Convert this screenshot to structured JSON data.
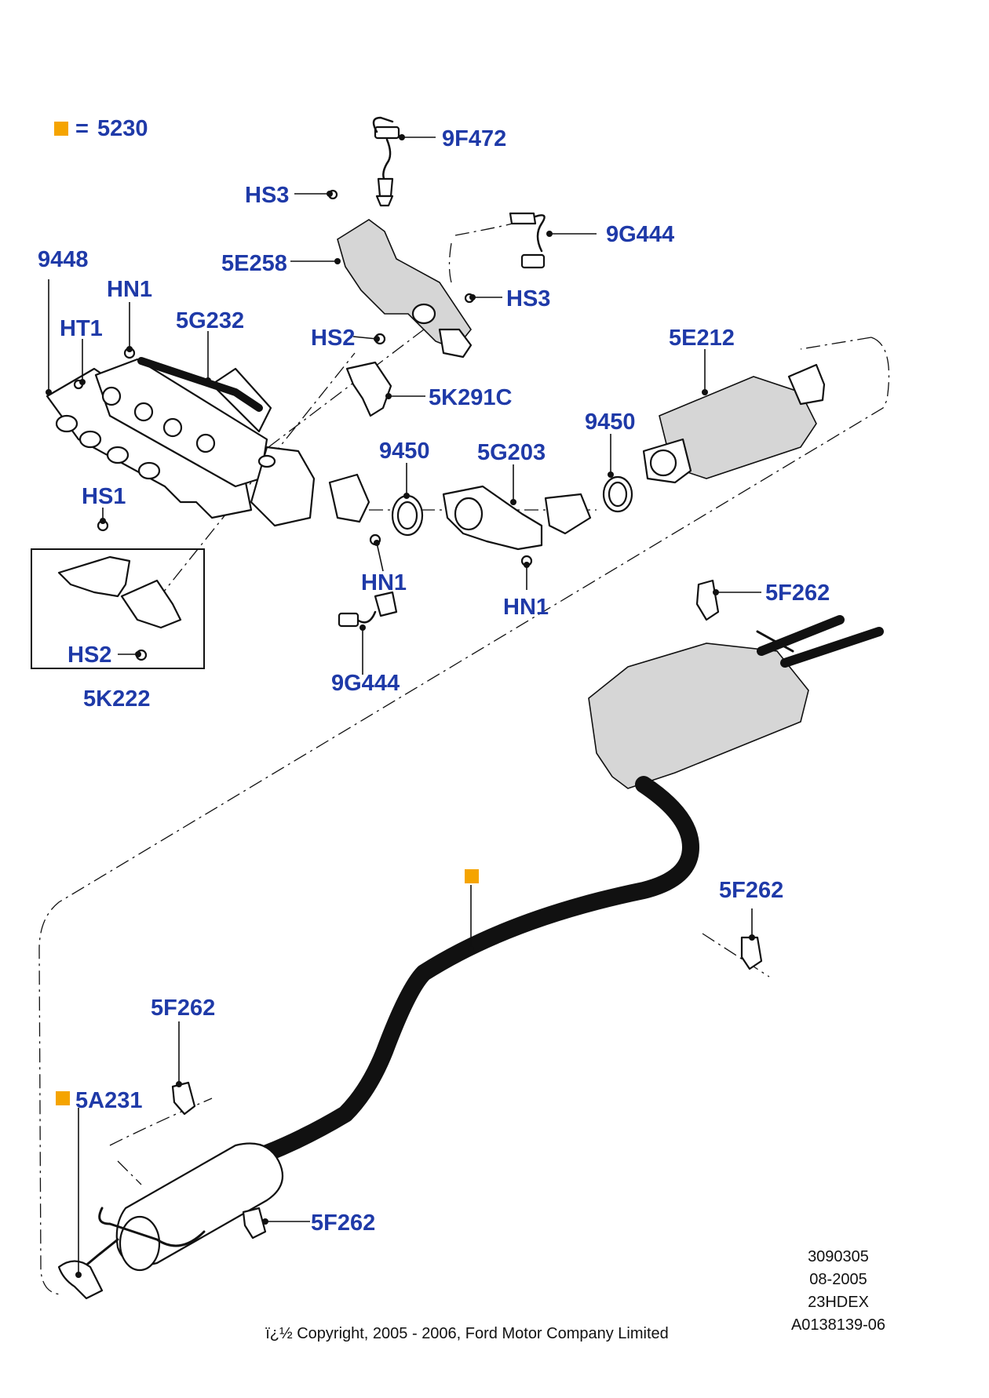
{
  "legend": {
    "marker_color": "#f5a400",
    "equals": "=",
    "part": "5230"
  },
  "colors": {
    "label": "#1f3aa8",
    "line": "#111111",
    "marker": "#f5a400"
  },
  "labels": {
    "p9F472": "9F472",
    "hs3_top": "HS3",
    "p9G444_top": "9G444",
    "p5E258": "5E258",
    "hs3_mid": "HS3",
    "p9448": "9448",
    "hn1_top": "HN1",
    "p5G232": "5G232",
    "ht1": "HT1",
    "hs2_top": "HS2",
    "p5E212": "5E212",
    "p5K291C": "5K291C",
    "p9450_right": "9450",
    "p9450_left": "9450",
    "p5G203": "5G203",
    "hs1": "HS1",
    "hn1_mid": "HN1",
    "hn1_right": "HN1",
    "p5F262_top": "5F262",
    "hs2_box": "HS2",
    "p9G444_bottom": "9G444",
    "p5K222": "5K222",
    "p5F262_right": "5F262",
    "p5F262_left": "5F262",
    "p5A231": "5A231",
    "p5F262_bottom": "5F262"
  },
  "footer": {
    "code1": "3090305",
    "date": "08-2005",
    "code2": "23HDEX",
    "code3": "A0138139-06",
    "copyright": "ï¿½ Copyright, 2005 - 2006, Ford Motor Company Limited"
  }
}
